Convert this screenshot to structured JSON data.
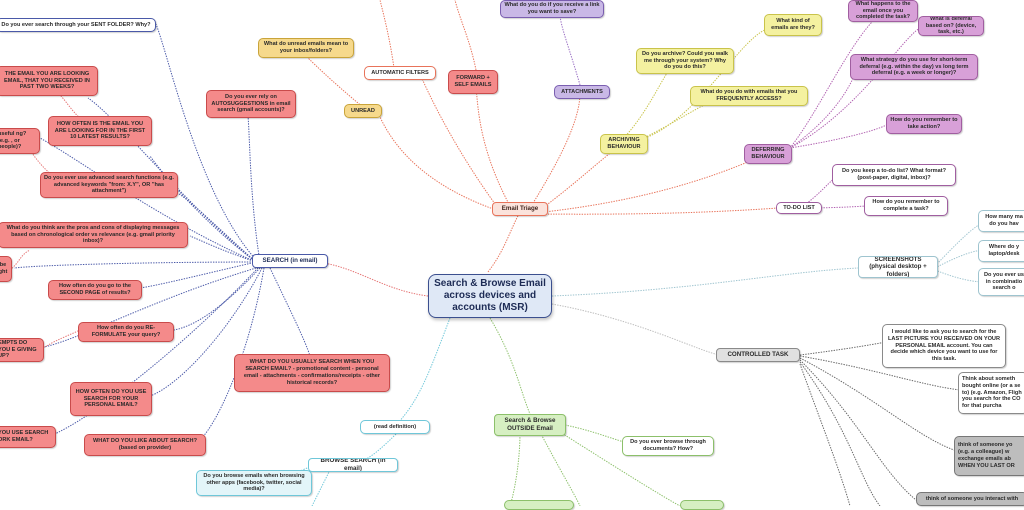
{
  "center": "Search & Browse Email across devices and accounts (MSR)",
  "colors": {
    "search": "#e57373",
    "search_fill": "#f48a8a",
    "search_line": "#4a59a8",
    "triage": "#e8735a",
    "triage_fill": "#fbe3dc",
    "unread_fill": "#f6d98c",
    "attach_fill": "#c9b8e6",
    "archive_fill": "#f4f1a0",
    "defer_fill": "#d8a0d8",
    "screens": "#9ec4cf",
    "controlled": "#8a8a8a",
    "controlled_fill": "#bdbdbd",
    "outside": "#8cc06a",
    "outside_fill": "#d6efc2",
    "browse": "#6fc7d9",
    "browse_fill": "#e3f5f9"
  },
  "search": {
    "title": "SEARCH (in email)",
    "items": [
      "Do you ever search through your SENT FOLDER? Why?",
      "Do you ever rely on AUTOSUGGESTIONS in email search (gmail accounts)?",
      "THE EMAIL YOU ARE LOOKING EMAIL, THAT YOU RECEIVED IN PAST TWO WEEKS?",
      "HOW OFTEN IS THE EMAIL YOU ARE LOOKING FOR IN THE FIRST 10 LATEST RESULTS?",
      "useful ng? (e.g. , or people)?",
      "Do you ever use advanced search functions (e.g. advanced keywords \"from: X.Y\", OR \"has attachment\")",
      "What do you think are the pros and cons of displaying messages based on chronological order vs relevance (e.g. gmail priority inbox)?",
      "be ght",
      "How often do you go to the SECOND PAGE of results?",
      "How often do you RE-FORMULATE your query?",
      "EMPTS DO YOU E GIVING UP?",
      "HOW OFTEN DO YOU USE SEARCH FOR YOUR PERSONAL EMAIL?",
      "YOU USE SEARCH ORK EMAIL?",
      "WHAT DO YOU LIKE ABOUT SEARCH? (based on provider)",
      "WHAT DO YOU USUALLY SEARCH WHEN YOU SEARCH EMAIL? - promotional content - personal email - attachments - confirmations/receipts - other historical records?"
    ]
  },
  "triage": {
    "title": "Email Triage",
    "unread": "UNREAD",
    "unread_q": "What do unread emails mean to your inbox/folders?",
    "auto_filters": "AUTOMATIC FILTERS",
    "forward": "FORWARD + SELF EMAILS",
    "attachments": "ATTACHMENTS",
    "attach_q": "What do you do if you receive a link you want to save?",
    "archiving": "ARCHIVING BEHAVIOUR",
    "archive_q1": "Do you archive? Could you walk me through your system? Why do you do this?",
    "archive_q2": "What kind of emails are they?",
    "archive_q3": "What do you do with emails that you FREQUENTLY ACCESS?",
    "deferring": "DEFERRING BEHAVIOUR",
    "defer_q1": "What happens to the email once you completed the task?",
    "defer_q2": "What is deferral based on? (device, task, etc.)",
    "defer_q3": "What strategy do you use for short-term deferral (e.g. within the day) vs long term deferral (e.g. a week or longer)?",
    "defer_q4": "How do you remember to take action?",
    "todo": "TO-DO LIST",
    "todo_q1": "Do you keep a to-do list? What format? (post-paper, digital, inbox)?",
    "todo_q2": "How do you remember to complete a task?"
  },
  "screenshots": {
    "title": "SCREENSHOTS (physical desktop + folders)",
    "q1": "How many ma do you hav",
    "q2": "Where do y laptop/desk",
    "q3": "Do you ever us in combinatio search o"
  },
  "controlled": {
    "title": "CONTROLLED TASK",
    "q1": "I would like to ask you to search for the LAST PICTURE YOU RECEIVED ON YOUR PERSONAL EMAIL account. You can decide which device you want to use for this task.",
    "q2": "Think about someth bought online (or a se to) (e.g. Amazon, Fligh you search for the CO for that purcha",
    "q3": "think of someone yo (e.g. a colleague) w exchange emails ab WHEN YOU LAST OR",
    "q4": "think of someone you interact with"
  },
  "outside": {
    "title": "Search & Browse OUTSIDE Email",
    "q1": "Do you ever browse through documents? How?"
  },
  "browse": {
    "def": "(read definition)",
    "title": "BROWSE SEARCH (in email)",
    "q1": "Do you browse emails when browsing other apps (facebook, twitter, social media)?"
  }
}
